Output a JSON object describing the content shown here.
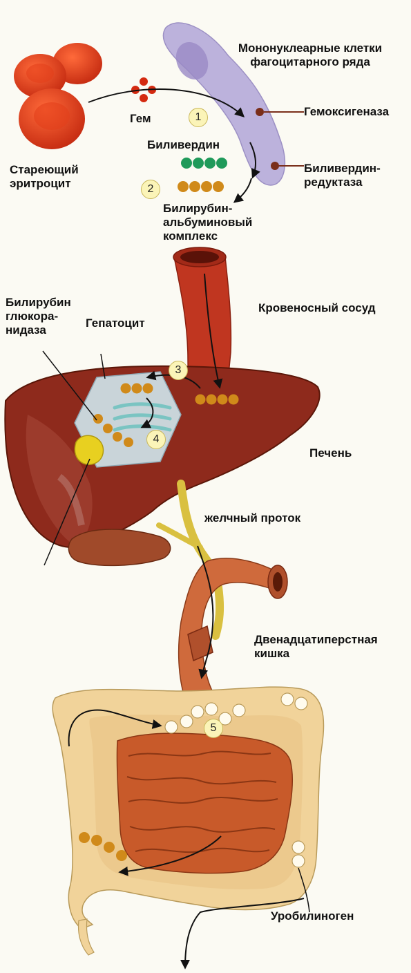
{
  "labels": {
    "mononuclear": "Мононуклеарные клетки\nфагоцитарного ряда",
    "heme": "Гем",
    "hemeoxygenase": "Гемоксигеназа",
    "biliverdin": "Биливердин",
    "aging_rbc": "Стареющий\nэритроцит",
    "biliverdin_reductase": "Биливердин-\nредуктаза",
    "bilirubin_albumin": "Билирубин-\nальбуминовый\nкомплекс",
    "blood_vessel": "Кровеносный сосуд",
    "glucuronidase": "Билирубин\nглюкора-\nнидаза",
    "hepatocyte": "Гепатоцит",
    "liver": "Печень",
    "bile_duct": "желчный проток",
    "duodenum": "Двенадцатиперстная\nкишка",
    "urobilinogen": "Уробилиноген"
  },
  "steps": [
    "1",
    "2",
    "3",
    "4",
    "5"
  ],
  "colors": {
    "rbc": "#e0371a",
    "phagocyte": "#bcb2dc",
    "phagocyte_nucleus": "#9a8ac6",
    "enzyme_dot": "#7a2e1a",
    "biliverdin_bead": "#1f9a5a",
    "bilirubin_bead": "#d08a1a",
    "vessel": "#c03620",
    "liver": "#8e2a1c",
    "hepatocyte": "#cfe3ea",
    "bile_duct": "#d9c040",
    "duodenum": "#cf6a3c",
    "colon": "#f1d39a",
    "small_intestine": "#c85a2a",
    "step_badge": "#fbf4b8"
  }
}
